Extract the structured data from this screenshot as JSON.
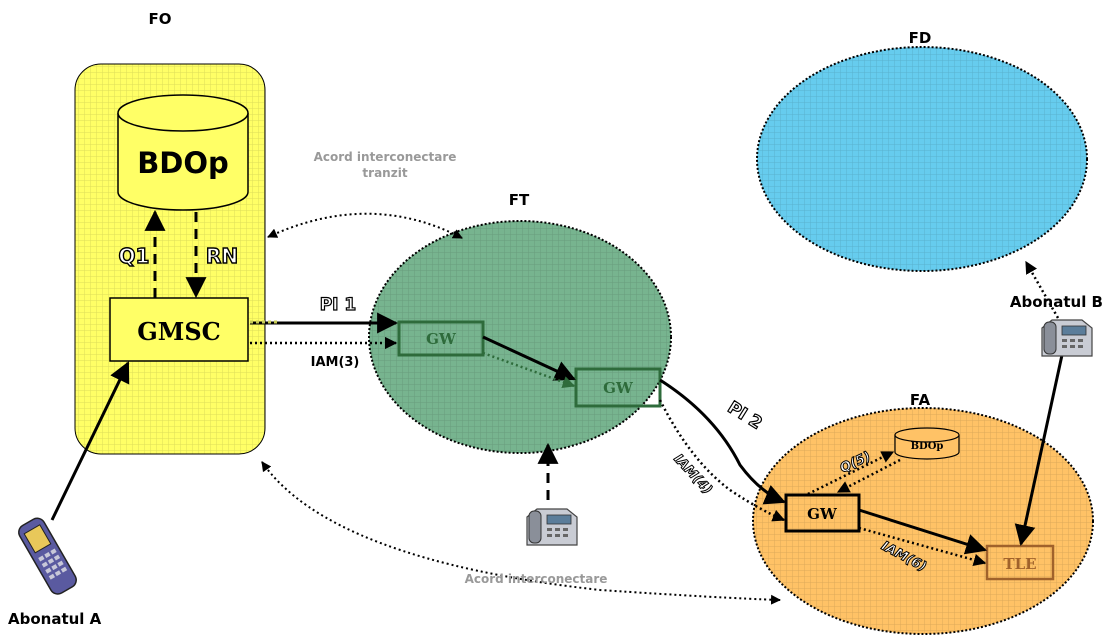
{
  "networks": {
    "fo": {
      "label": "FO",
      "fill": "#ffff66"
    },
    "fd": {
      "label": "FD",
      "fill": "#66ccee"
    },
    "ft": {
      "label": "FT",
      "fill": "#77b48f"
    },
    "fa": {
      "label": "FA",
      "fill": "#ffc266"
    }
  },
  "nodes": {
    "bdop_main": "BDOp",
    "gmsc": "GMSC",
    "gw_ft_1": "GW",
    "gw_ft_2": "GW",
    "gw_fa": "GW",
    "bdop_fa": "BDOp",
    "tle": "TLE"
  },
  "signals": {
    "q1": "Q1",
    "rn": "RN",
    "pi1": "PI 1",
    "iam3": "IAM(3)",
    "pi2": "PI 2",
    "iam4": "IAM(4)",
    "q5": "Q(5)",
    "iam6": "IAM(6)"
  },
  "agreements": {
    "transit_line1": "Acord interconectare",
    "transit_line2": "tranzit",
    "interconnect": "Acord interconectare"
  },
  "subscribers": {
    "a": "Abonatul A",
    "b": "Abonatul B"
  },
  "colors": {
    "gw_border": "#2e6b3b",
    "gw_text": "#2e6b3b",
    "tle_border": "#a0622b",
    "tle_text": "#a0622b",
    "agreement_text": "#999999"
  }
}
